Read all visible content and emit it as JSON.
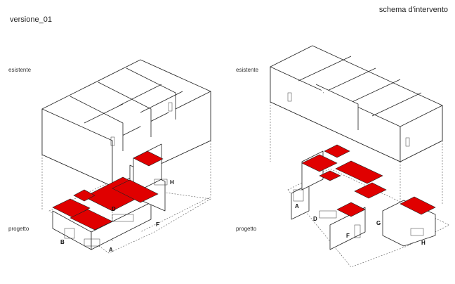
{
  "header": {
    "title": "versione_01",
    "subtitle": "schema d'intervento"
  },
  "rows": {
    "existing_left": "esistente",
    "existing_right": "esistente",
    "project_left": "progetto",
    "project_right": "progetto"
  },
  "zones_left": [
    "A",
    "B",
    "D",
    "F",
    "H"
  ],
  "zones_right": [
    "A",
    "D",
    "F",
    "G",
    "H"
  ],
  "colors": {
    "new_elements": "#e00000",
    "lines": "#222222",
    "background": "#ffffff"
  }
}
